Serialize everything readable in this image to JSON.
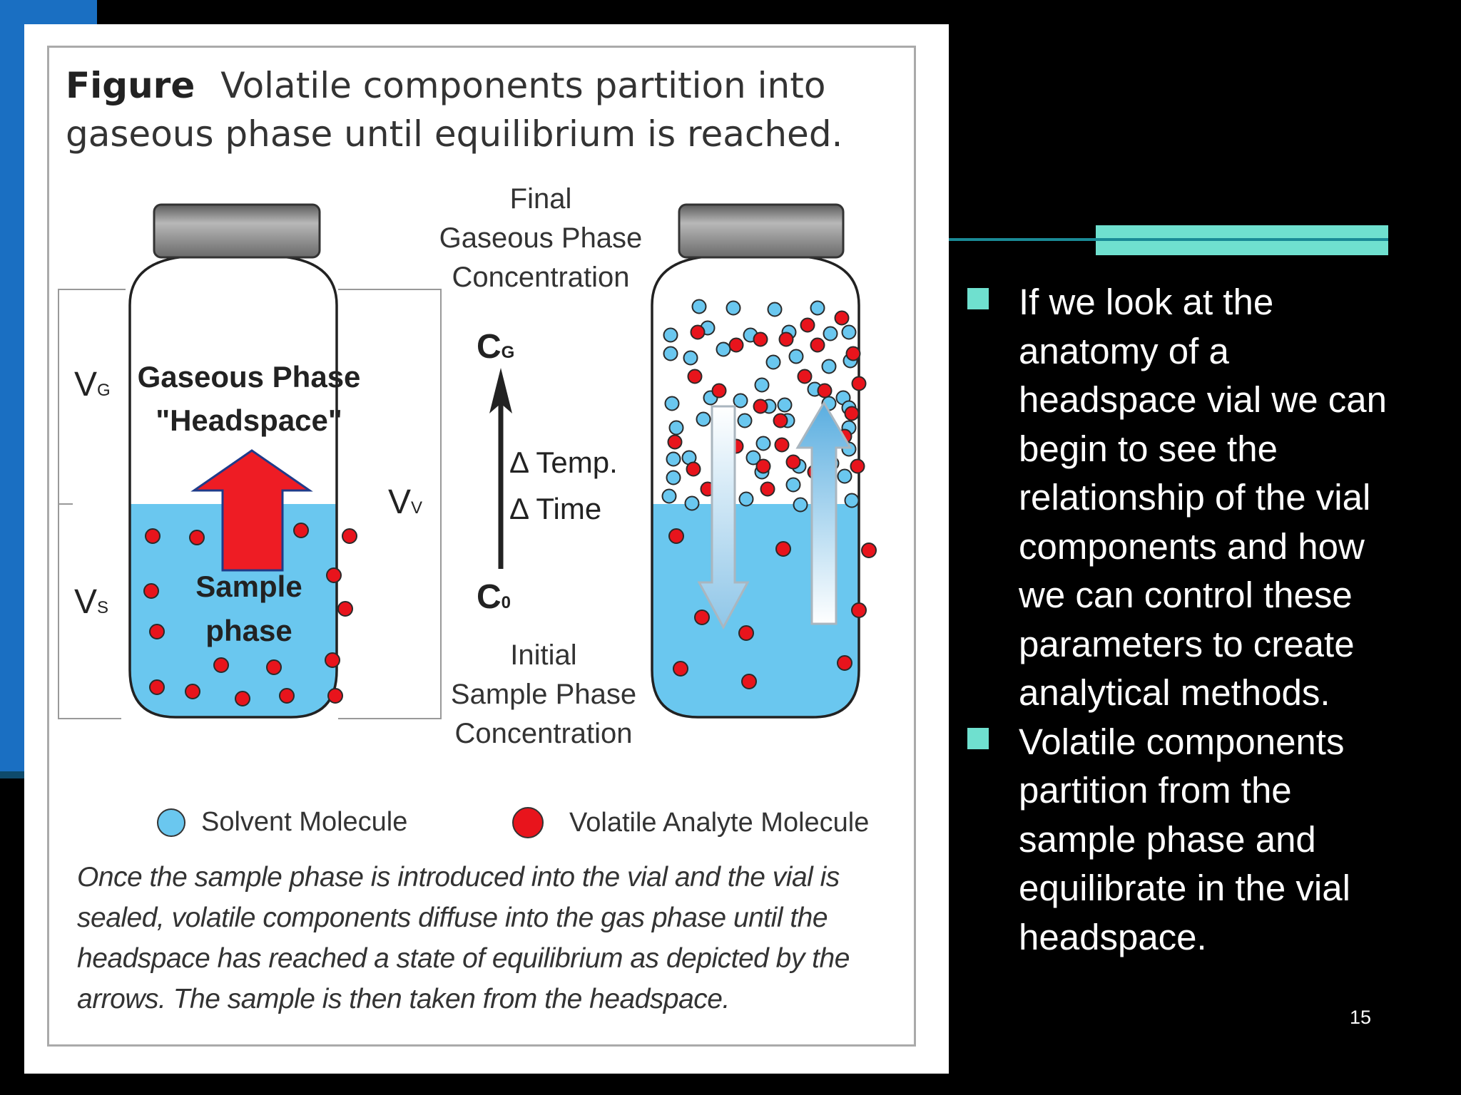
{
  "figure": {
    "label": "Figure",
    "title": "Volatile components partition into gaseous phase until equilibrium is reached.",
    "left_vial": {
      "gas_label_1": "Gaseous Phase",
      "gas_label_2": "\"Headspace\"",
      "sample_label_1": "Sample",
      "sample_label_2": "phase",
      "vg": "V",
      "vg_sub": "G",
      "vs": "V",
      "vs_sub": "S",
      "vv": "V",
      "vv_sub": "V"
    },
    "middle": {
      "final_1": "Final",
      "final_2": "Gaseous Phase",
      "final_3": "Concentration",
      "cg": "C",
      "cg_sub": "G",
      "temp": "Δ Temp.",
      "time": "Δ Time",
      "c0": "C",
      "c0_sub": "0",
      "initial_1": "Initial",
      "initial_2": "Sample Phase",
      "initial_3": "Concentration"
    },
    "legend": {
      "solvent": "Solvent Molecule",
      "analyte": "Volatile Analyte Molecule"
    },
    "caption": "Once the sample phase is introduced into the vial and the vial is sealed, volatile components diffuse into the gas phase until the headspace has reached a state of equilibrium as depicted by the arrows. The sample is then taken from the headspace.",
    "colors": {
      "liquid": "#6ac7ef",
      "solvent": "#6ac7ef",
      "analyte": "#e8141c",
      "cap": "#8a8a8a"
    }
  },
  "bullets": [
    "If we look at the anatomy of a headspace vial we can begin to see the relationship of the vial components and how we can control these parameters to create analytical methods.",
    "Volatile components partition from the sample phase and equilibrate in the vial headspace."
  ],
  "page_number": "15"
}
